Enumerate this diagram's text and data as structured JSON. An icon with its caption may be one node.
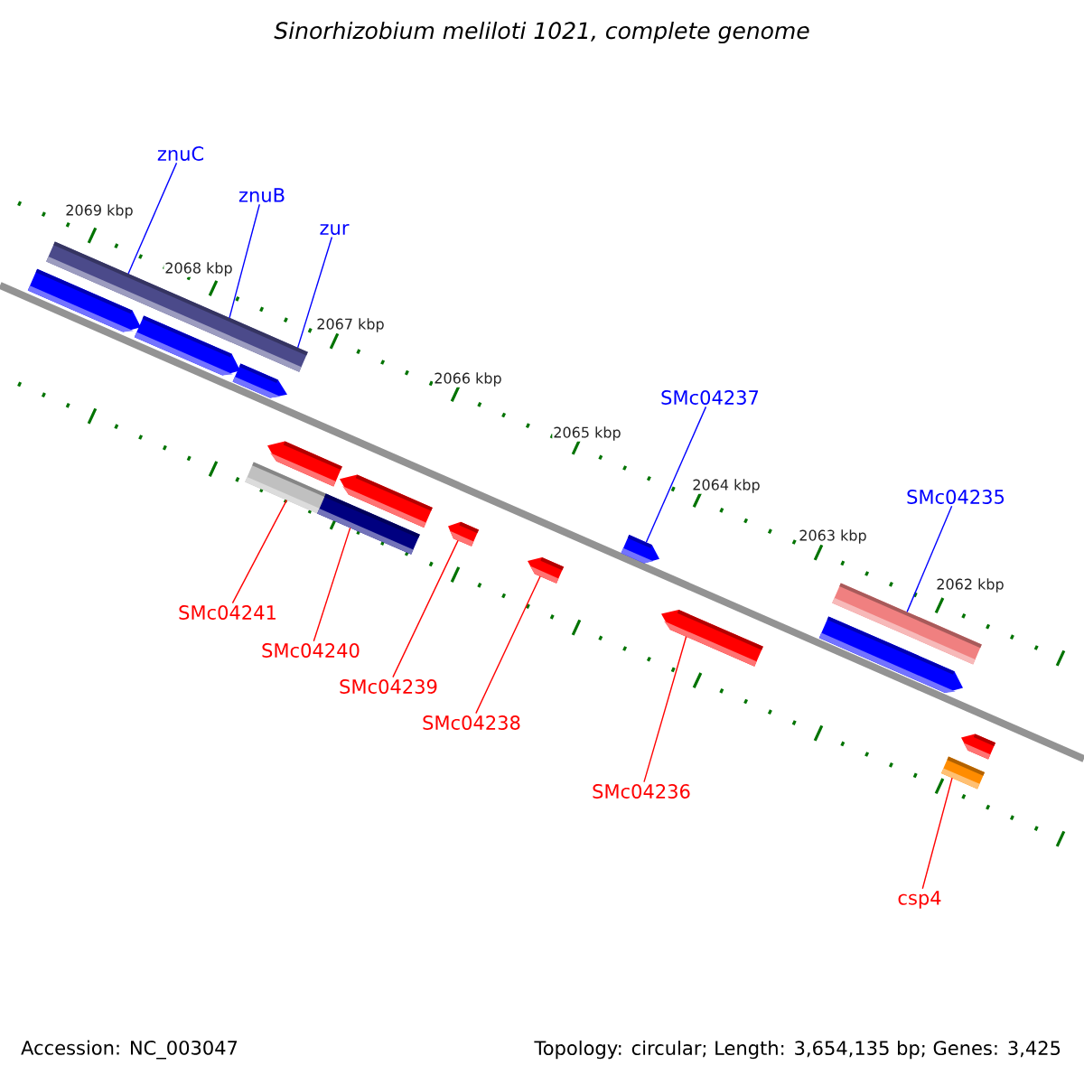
{
  "diagram": {
    "title": "Sinorhizobium meliloti 1021, complete genome",
    "nodes": [
      {
        "text": [
          "znuC"
        ]
      },
      {
        "text": [
          "znuB"
        ]
      },
      {
        "text": [
          "zur"
        ]
      },
      {
        "text": [
          "SMc04237"
        ]
      },
      {
        "text": [
          "SMc04235"
        ]
      },
      {
        "text": [
          "SMc04241"
        ]
      },
      {
        "text": [
          "SMc04240"
        ]
      },
      {
        "text": [
          "SMc04239"
        ]
      },
      {
        "text": [
          "SMc04238"
        ]
      },
      {
        "text": [
          "SMc04236"
        ]
      },
      {
        "text": [
          "csp4"
        ]
      },
      {
        "text": [],
        "shape": "bar"
      },
      {
        "text": [],
        "shape": "pentagon"
      },
      {
        "text": [],
        "shape": "pentagon"
      },
      {
        "text": [],
        "shape": "pentagon"
      },
      {
        "text": [],
        "shape": "pentagon"
      },
      {
        "text": [],
        "shape": "bar"
      },
      {
        "text": [],
        "shape": "pentagon"
      },
      {
        "text": [],
        "shape": "bar"
      },
      {
        "text": [],
        "shape": "pentagon"
      },
      {
        "text": [],
        "shape": "pentagon"
      },
      {
        "text": [],
        "shape": "pentagon"
      },
      {
        "text": [],
        "shape": "pentagon"
      },
      {
        "text": [],
        "shape": "bar"
      },
      {
        "text": [],
        "shape": "pentagon"
      },
      {
        "text": [],
        "shape": "pentagon"
      },
      {
        "text": [],
        "shape": "bar"
      }
    ],
    "edges": [
      {
        "from": 0,
        "to": 11,
        "arrow": "none",
        "color": "#0000ff"
      },
      {
        "from": 1,
        "to": 11,
        "arrow": "none",
        "color": "#0000ff"
      },
      {
        "from": 2,
        "to": 11,
        "arrow": "none",
        "color": "#0000ff"
      },
      {
        "from": 3,
        "to": 21,
        "arrow": "none",
        "color": "#0000ff"
      },
      {
        "from": 4,
        "to": 23,
        "arrow": "none",
        "color": "#0000ff"
      },
      {
        "from": 5,
        "to": 16,
        "arrow": "none"
      },
      {
        "from": 6,
        "to": 18,
        "arrow": "none"
      },
      {
        "from": 7,
        "to": 19,
        "arrow": "none"
      },
      {
        "from": 8,
        "to": 20,
        "arrow": "none"
      },
      {
        "from": 9,
        "to": 22,
        "arrow": "none"
      },
      {
        "from": 10,
        "to": 26,
        "arrow": "none"
      }
    ],
    "labels": [
      "2069 kbp",
      "2068 kbp",
      "2067 kbp",
      "2066 kbp",
      "2065 kbp",
      "2064 kbp",
      "2063 kbp",
      "2062 kbp",
      "Accession: NC_003047",
      "Topology: circular; Length: 3,654,135 bp; Genes: 3,425"
    ]
  }
}
